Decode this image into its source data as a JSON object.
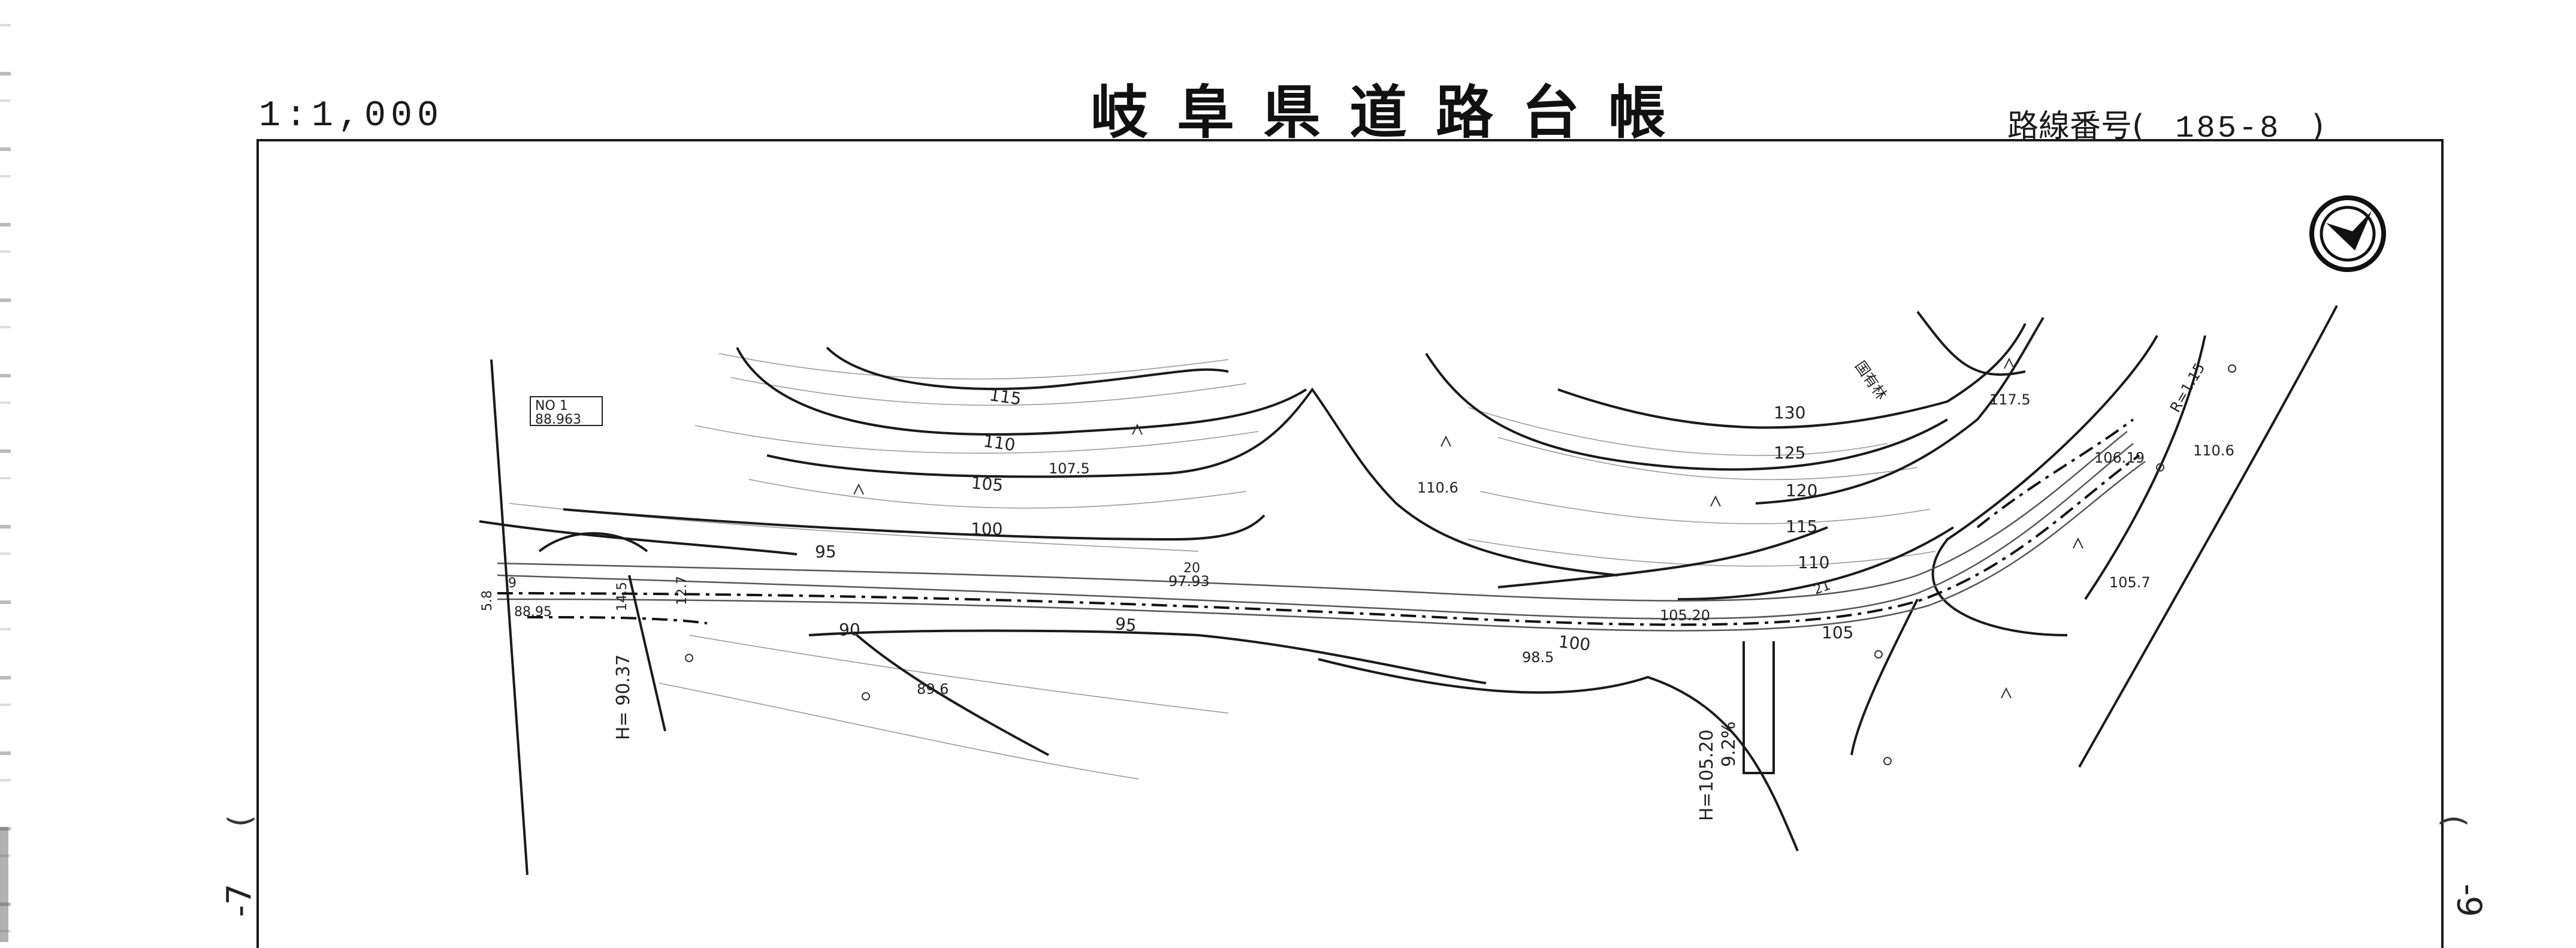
{
  "header": {
    "scale": "1:1,000",
    "title": "岐阜県道路台帳",
    "route_label": "路線番号(",
    "route_number": "185-8",
    "route_close": ")"
  },
  "sheet": {
    "left_mark": "-7",
    "right_mark": "-9",
    "left_paren": ")",
    "right_paren": "("
  },
  "station": {
    "name": "NO 1",
    "elevation": "88.963"
  },
  "contours": [
    "115",
    "110",
    "105",
    "100",
    "95",
    "90",
    "95",
    "100",
    "105",
    "110",
    "115",
    "120",
    "125",
    "130"
  ],
  "spot_heights": [
    "107.5",
    "110.6",
    "97.93",
    "89.6",
    "98.5",
    "105.20",
    "105.7",
    "110.6",
    "117.5",
    "106.19",
    "88.95"
  ],
  "annotations": {
    "h_left": "H= 90.37",
    "h_right": "H=105.20",
    "grade": "9.2%",
    "width_a": "5.8",
    "width_b": "9",
    "width_c": "14.5",
    "width_d": "12.7",
    "curve_label": "R=1.15",
    "road_code": "国有林",
    "station_20": "20",
    "station_21": "21"
  },
  "north_arrow": {
    "icon": "north-arrow-icon"
  }
}
